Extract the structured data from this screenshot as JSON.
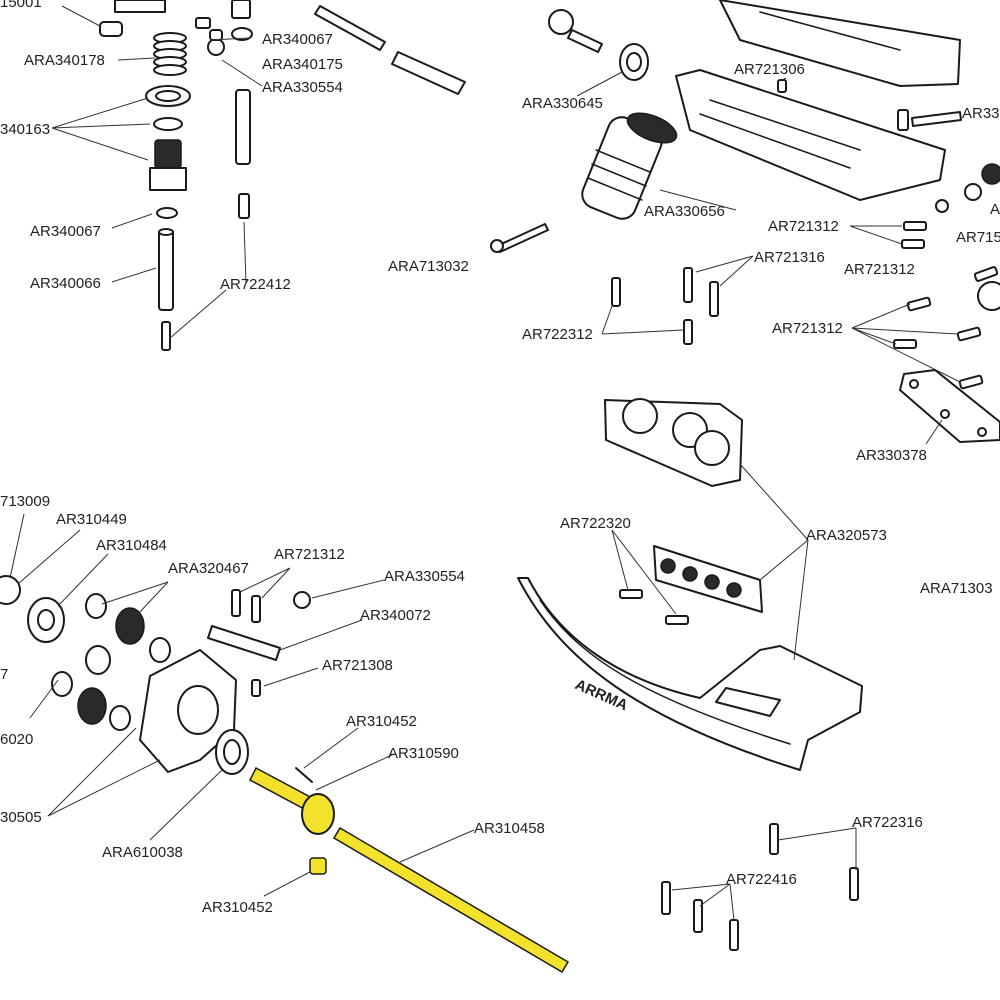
{
  "colors": {
    "highlight": "#f2e22c",
    "line": "#1a1a1a",
    "text": "#222222"
  },
  "labels": {
    "l_15001": "15001",
    "l_ara340178": "ARA340178",
    "l_ar340067_top": "AR340067",
    "l_ara340175": "ARA340175",
    "l_ara330554_top": "ARA330554",
    "l_340163": "340163",
    "l_ar340067_mid": "AR340067",
    "l_ar340066": "AR340066",
    "l_ar722412": "AR722412",
    "l_ara330645": "ARA330645",
    "l_ar721306": "AR721306",
    "l_ar33_clip": "AR33",
    "l_ara330656": "ARA330656",
    "l_ar721312_a": "AR721312",
    "l_a_clip": "A",
    "l_ar715_clip": "AR715",
    "l_ara713032": "ARA713032",
    "l_ar721316": "AR721316",
    "l_ar721312_b": "AR721312",
    "l_ar722312": "AR722312",
    "l_ar721312_c": "AR721312",
    "l_ar330378": "AR330378",
    "l_713009": "713009",
    "l_ar310449": "AR310449",
    "l_ar310484": "AR310484",
    "l_ara320467": "ARA320467",
    "l_ar721312_d": "AR721312",
    "l_ara330554_bot": "ARA330554",
    "l_ar340072": "AR340072",
    "l_7_clip": "7",
    "l_ar721308": "AR721308",
    "l_6020": "6020",
    "l_ar310452_a": "AR310452",
    "l_ar310590": "AR310590",
    "l_30505": "30505",
    "l_ara610038": "ARA610038",
    "l_ar310458": "AR310458",
    "l_ar310452_b": "AR310452",
    "l_ar722320": "AR722320",
    "l_ara320573": "ARA320573",
    "l_ara71303_clip": "ARA71303",
    "l_ar722316": "AR722316",
    "l_ar722416": "AR722416",
    "bumper_logo": "ARRMA"
  }
}
